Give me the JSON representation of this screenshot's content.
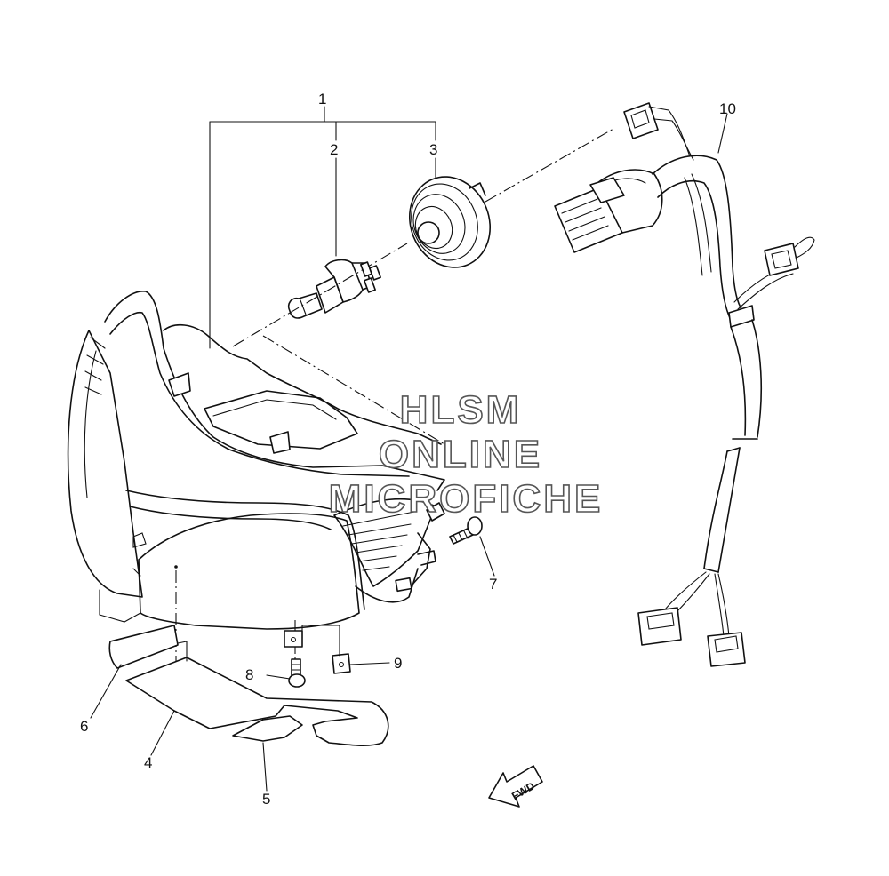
{
  "callouts": {
    "c1": "1",
    "c2": "2",
    "c3": "3",
    "c4": "4",
    "c5": "5",
    "c6": "6",
    "c7": "7",
    "c8": "8",
    "c9": "9",
    "c10": "10"
  },
  "watermark": {
    "line1": "HLSM",
    "line2": "ONLINE",
    "line3": "MICROFICHE"
  },
  "direction_marker": {
    "label": "FWD"
  },
  "colors": {
    "line": "#111111",
    "background": "#ffffff",
    "watermark_outline": "#555555"
  }
}
